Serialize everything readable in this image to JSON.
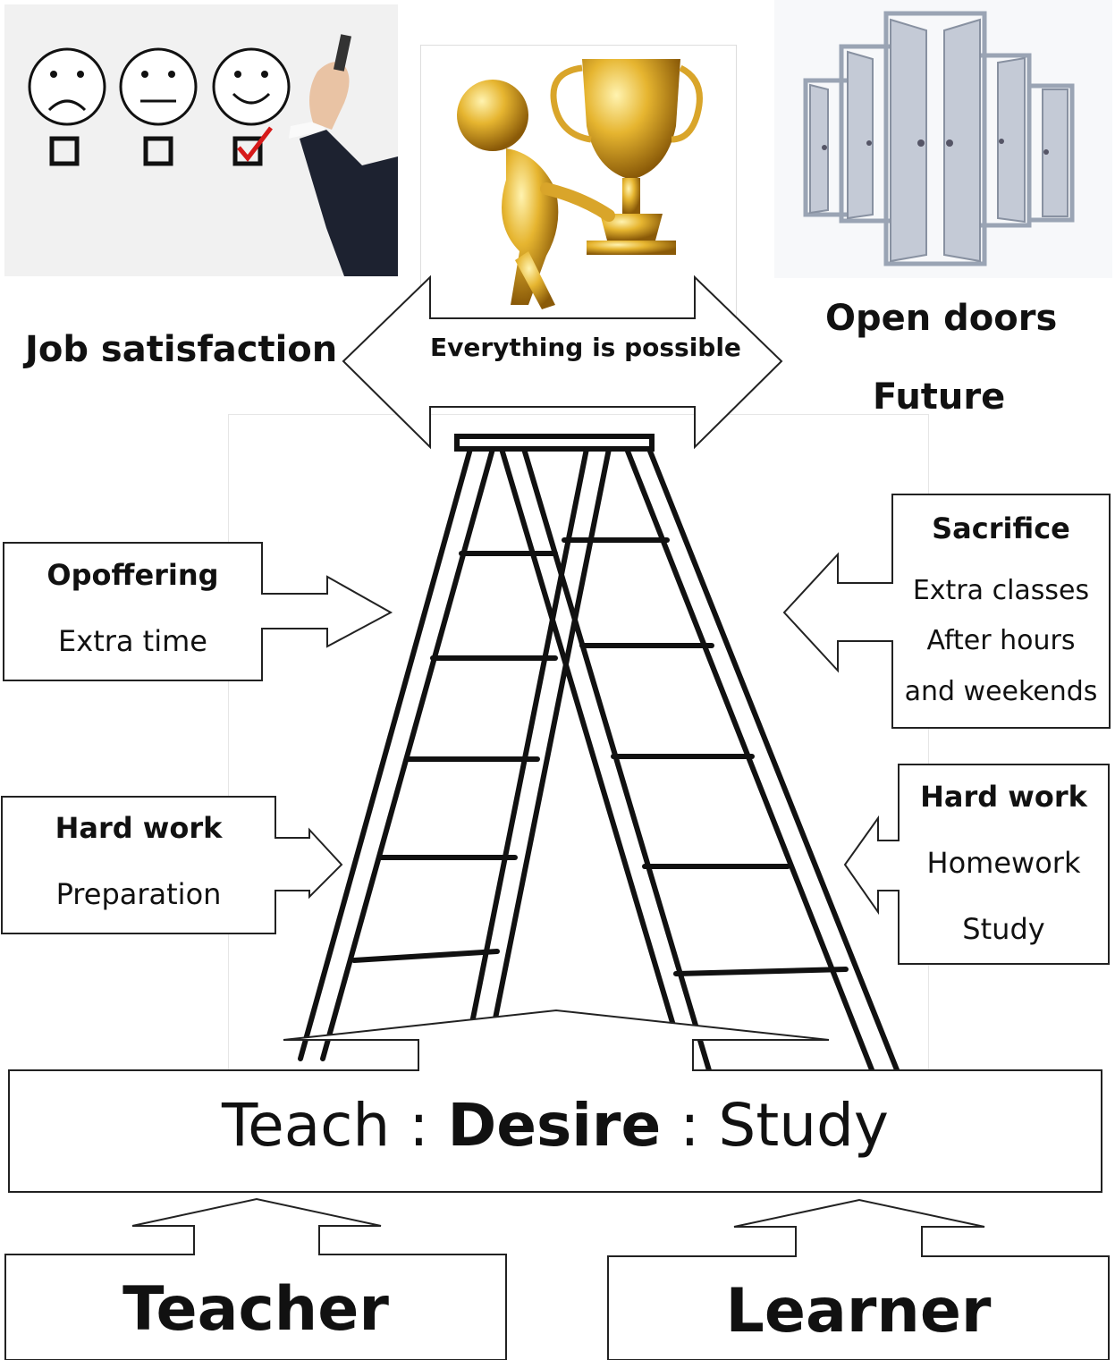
{
  "top": {
    "left_label": "Job satisfaction",
    "arrow_label": "Everything is possible",
    "right_label_1": "Open doors",
    "right_label_2": "Future"
  },
  "left_boxes": [
    {
      "title": "Opoffering",
      "lines": [
        "Extra time"
      ]
    },
    {
      "title": "Hard work",
      "lines": [
        "Preparation"
      ]
    }
  ],
  "right_boxes": [
    {
      "title": "Sacrifice",
      "lines": [
        "Extra classes",
        "After hours",
        "and weekends"
      ]
    },
    {
      "title": "Hard work",
      "lines": [
        "Homework",
        "Study"
      ]
    }
  ],
  "base": {
    "part1": "Teach : ",
    "part2": "Desire",
    "part3": " : Study"
  },
  "bottom": {
    "left": "Teacher",
    "right": "Learner"
  },
  "icons": {
    "smileys": "survey-smileys-icon",
    "trophy": "trophy-icon",
    "doors": "open-doors-icon",
    "ladder": "ladder-icon"
  }
}
